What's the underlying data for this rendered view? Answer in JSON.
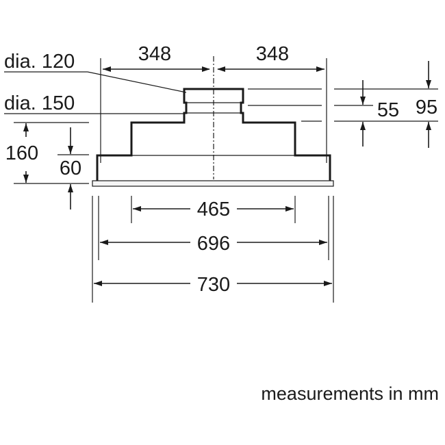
{
  "labels": {
    "outlet_small": "dia. 120",
    "outlet_large": "dia. 150",
    "left_half": "348",
    "right_half": "348",
    "height_total": "160",
    "height_base": "60",
    "depth_small": "55",
    "depth_large": "95",
    "inner_width": "465",
    "body_width": "696",
    "frame_width": "730"
  },
  "footer": {
    "note": "measurements in mm"
  }
}
